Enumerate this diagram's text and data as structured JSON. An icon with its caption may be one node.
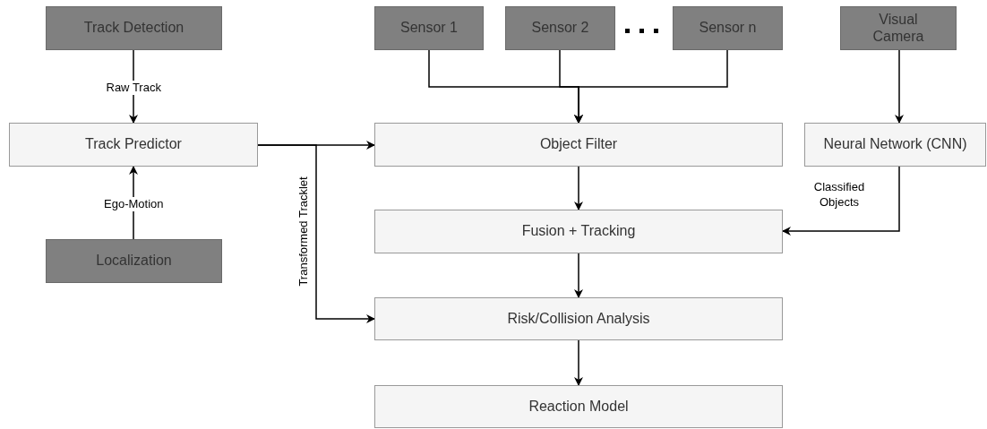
{
  "diagram": {
    "nodes": [
      {
        "text": [
          "Track Detection"
        ]
      },
      {
        "text": [
          "Sensor 1"
        ]
      },
      {
        "text": [
          "Sensor 2"
        ]
      },
      {
        "text": [
          "Sensor n"
        ]
      },
      {
        "text": [
          "Visual Camera"
        ]
      },
      {
        "text": [
          "Track Predictor"
        ]
      },
      {
        "text": [
          "Object Filter"
        ]
      },
      {
        "text": [
          "Neural Network (CNN)"
        ]
      },
      {
        "text": [
          "Localization"
        ]
      },
      {
        "text": [
          "Fusion + Tracking"
        ]
      },
      {
        "text": [
          "Risk/Collision Analysis"
        ]
      },
      {
        "text": [
          "Reaction Model"
        ]
      }
    ],
    "edges": [
      {
        "from": 0,
        "to": 5,
        "arrow": "to",
        "label": "Raw Track"
      },
      {
        "from": 8,
        "to": 5,
        "arrow": "to",
        "label": "Ego-Motion"
      },
      {
        "from": 5,
        "to": 6,
        "arrow": "to"
      },
      {
        "from": 5,
        "to": 10,
        "arrow": "to",
        "label": "Transformed Tracklet"
      },
      {
        "from": 1,
        "to": 6,
        "arrow": "to"
      },
      {
        "from": 2,
        "to": 6,
        "arrow": "to"
      },
      {
        "from": 3,
        "to": 6,
        "arrow": "to"
      },
      {
        "from": 4,
        "to": 7,
        "arrow": "to"
      },
      {
        "from": 6,
        "to": 9,
        "arrow": "to"
      },
      {
        "from": 7,
        "to": 9,
        "arrow": "to",
        "label": "Classified Objects"
      },
      {
        "from": 9,
        "to": 10,
        "arrow": "to"
      },
      {
        "from": 10,
        "to": 11,
        "arrow": "to"
      }
    ]
  }
}
